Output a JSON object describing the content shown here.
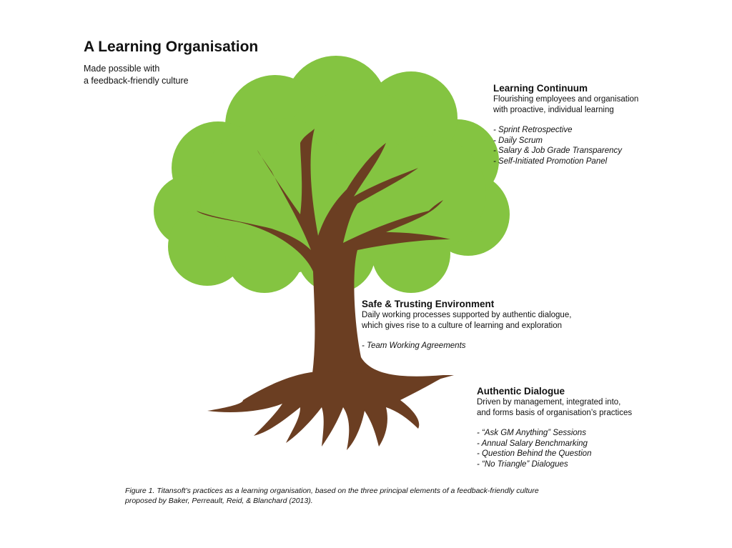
{
  "title": "A Learning Organisation",
  "subtitle_lines": [
    "Made possible with",
    "a feedback-friendly culture"
  ],
  "colors": {
    "canopy": "#84c441",
    "trunk": "#6b3e22",
    "text": "#111111"
  },
  "sections": {
    "learning_continuum": {
      "heading": "Learning Continuum",
      "description_lines": [
        "Flourishing employees and organisation",
        "with proactive, individual learning"
      ],
      "items": [
        "- Sprint Retrospective",
        "- Daily Scrum",
        "- Salary & Job Grade Transparency",
        "- Self-Initiated Promotion Panel"
      ]
    },
    "safe_trusting": {
      "heading": "Safe & Trusting Environment",
      "description_lines": [
        "Daily working processes supported by authentic dialogue,",
        "which gives rise to a culture of learning and exploration"
      ],
      "items": [
        "- Team Working Agreements"
      ]
    },
    "authentic_dialogue": {
      "heading": "Authentic Dialogue",
      "description_lines": [
        "Driven by management, integrated into,",
        "and forms basis of organisation’s practices"
      ],
      "items": [
        "- “Ask GM Anything” Sessions",
        "- Annual Salary Benchmarking",
        "- Question Behind the Question",
        "- “No Triangle” Dialogues"
      ]
    }
  },
  "caption_lines": [
    "Figure 1. Titansoft’s practices as a learning organisation, based on the three principal elements of a feedback-friendly culture",
    "proposed by Baker, Perreault, Reid, & Blanchard (2013)."
  ]
}
